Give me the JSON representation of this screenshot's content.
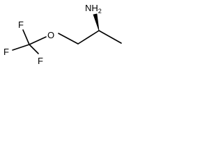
{
  "structure": {
    "labels": {
      "amine": "NH",
      "amine_subscript": "2",
      "oxygen": "O",
      "fluorine_top": "F",
      "fluorine_left": "F",
      "fluorine_bottom": "F"
    },
    "stereo_bond": "wedge (solid)",
    "line_color": "#000000",
    "background_color": "#ffffff"
  }
}
